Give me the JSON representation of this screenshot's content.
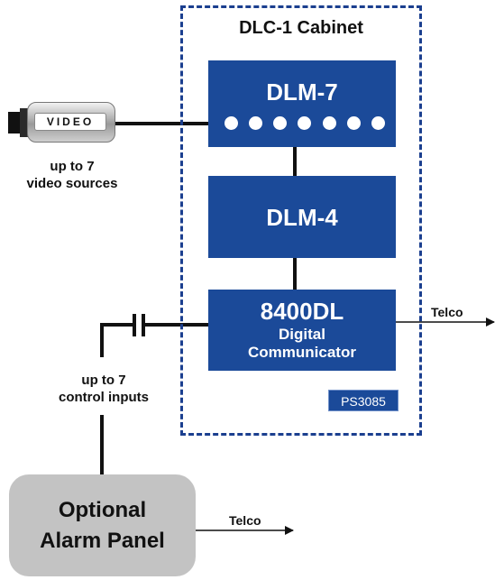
{
  "cabinet": {
    "title": "DLC-1 Cabinet"
  },
  "modules": {
    "dlm7": {
      "label": "DLM-7",
      "port_count": 7
    },
    "dlm4": {
      "label": "DLM-4"
    },
    "communicator": {
      "model": "8400DL",
      "line1": "Digital",
      "line2": "Communicator"
    }
  },
  "power_supply": {
    "label": "PS3085"
  },
  "video_source": {
    "camera_label": "VIDEO",
    "caption_line1": "up to 7",
    "caption_line2": "video sources"
  },
  "control_inputs": {
    "caption_line1": "up to 7",
    "caption_line2": "control inputs"
  },
  "alarm_panel": {
    "line1": "Optional",
    "line2": "Alarm Panel"
  },
  "telco": {
    "communicator_label": "Telco",
    "alarm_label": "Telco"
  },
  "colors": {
    "module_blue": "#1b4a99",
    "cabinet_border": "#1b3f8f",
    "panel_gray": "#c3c3c3"
  }
}
